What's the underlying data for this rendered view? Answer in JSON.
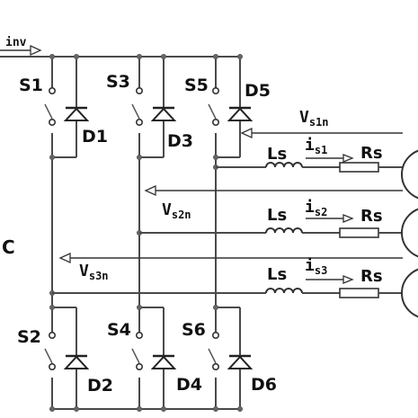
{
  "labels": {
    "iinv": "inv",
    "capacitor": "C",
    "switches": [
      "S1",
      "S3",
      "S5",
      "S2",
      "S4",
      "S6"
    ],
    "diodes": [
      "D1",
      "D3",
      "D5",
      "D2",
      "D4",
      "D6"
    ],
    "inductor": "Ls",
    "resistor": "Rs",
    "currents": [
      {
        "base": "i",
        "sub": "s1"
      },
      {
        "base": "i",
        "sub": "s2"
      },
      {
        "base": "i",
        "sub": "s3"
      }
    ],
    "voltages": [
      {
        "base": "V",
        "sub": "s1n"
      },
      {
        "base": "V",
        "sub": "s2n"
      },
      {
        "base": "V",
        "sub": "s3n"
      }
    ]
  }
}
